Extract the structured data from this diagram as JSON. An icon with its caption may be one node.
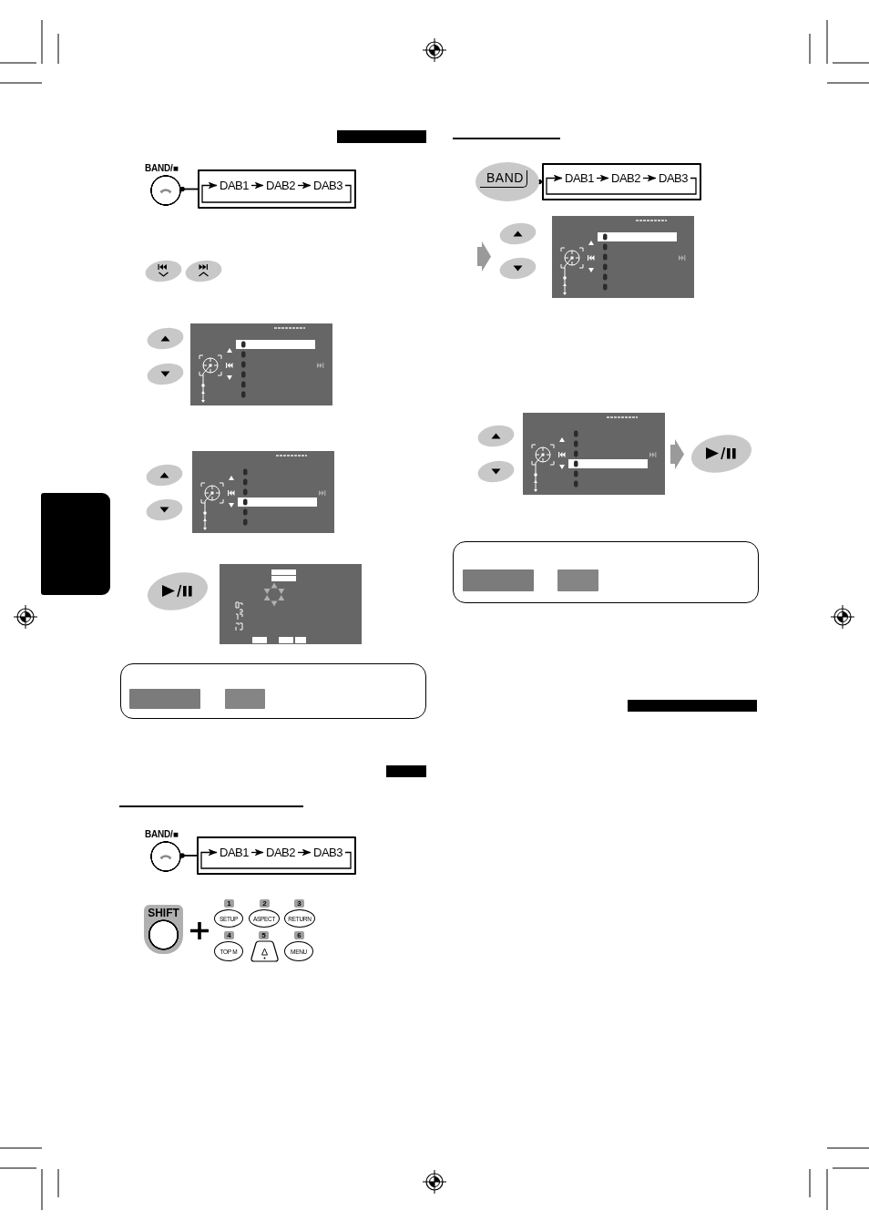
{
  "diagram": {
    "nodes": [
      {
        "text": [],
        "shape": "bar"
      },
      {
        "text": [
          "BAND/■"
        ]
      },
      {
        "text": [],
        "shape": "box"
      },
      {
        "text": [
          "DAB1"
        ],
        "in": 2
      },
      {
        "text": [
          "DAB2"
        ],
        "in": 2
      },
      {
        "text": [
          "DAB3"
        ],
        "in": 2
      },
      {
        "text": [],
        "shape": "box"
      },
      {
        "text": [],
        "shape": "box"
      },
      {
        "text": [],
        "shape": "box",
        "in": 7
      },
      {
        "text": [],
        "shape": "box",
        "in": 7
      },
      {
        "text": [],
        "shape": "bar"
      },
      {
        "text": [
          "BAND/■"
        ]
      },
      {
        "text": [],
        "shape": "box"
      },
      {
        "text": [
          "DAB1"
        ],
        "in": 12
      },
      {
        "text": [
          "DAB2"
        ],
        "in": 12
      },
      {
        "text": [
          "DAB3"
        ],
        "in": 12
      },
      {
        "text": [
          "BAND"
        ]
      },
      {
        "text": [],
        "shape": "box"
      },
      {
        "text": [
          "DAB1"
        ],
        "in": 17
      },
      {
        "text": [
          "DAB2"
        ],
        "in": 17
      },
      {
        "text": [
          "DAB3"
        ],
        "in": 17
      },
      {
        "text": [],
        "shape": "box"
      },
      {
        "text": [],
        "shape": "box",
        "in": 21
      },
      {
        "text": [],
        "shape": "box",
        "in": 21
      },
      {
        "text": [],
        "shape": "bar"
      }
    ],
    "edges": [
      {
        "from": 1,
        "to": 2,
        "arrow": "other"
      },
      {
        "from": 3,
        "to": 4,
        "arrow": "to"
      },
      {
        "from": 4,
        "to": 5,
        "arrow": "to"
      },
      {
        "from": 5,
        "to": 3,
        "arrow": "to"
      },
      {
        "from": 11,
        "to": 12,
        "arrow": "other"
      },
      {
        "from": 13,
        "to": 14,
        "arrow": "to"
      },
      {
        "from": 14,
        "to": 15,
        "arrow": "to"
      },
      {
        "from": 15,
        "to": 13,
        "arrow": "to"
      },
      {
        "from": 16,
        "to": 17,
        "arrow": "other"
      },
      {
        "from": 18,
        "to": 19,
        "arrow": "to"
      },
      {
        "from": 19,
        "to": 20,
        "arrow": "to"
      },
      {
        "from": 20,
        "to": 18,
        "arrow": "to"
      }
    ],
    "labels": [
      "SHIFT",
      "1",
      "2",
      "3",
      "SETUP",
      "ASPECT",
      "RETURN",
      "4",
      "5",
      "6",
      "TOP M",
      "MENU"
    ]
  }
}
